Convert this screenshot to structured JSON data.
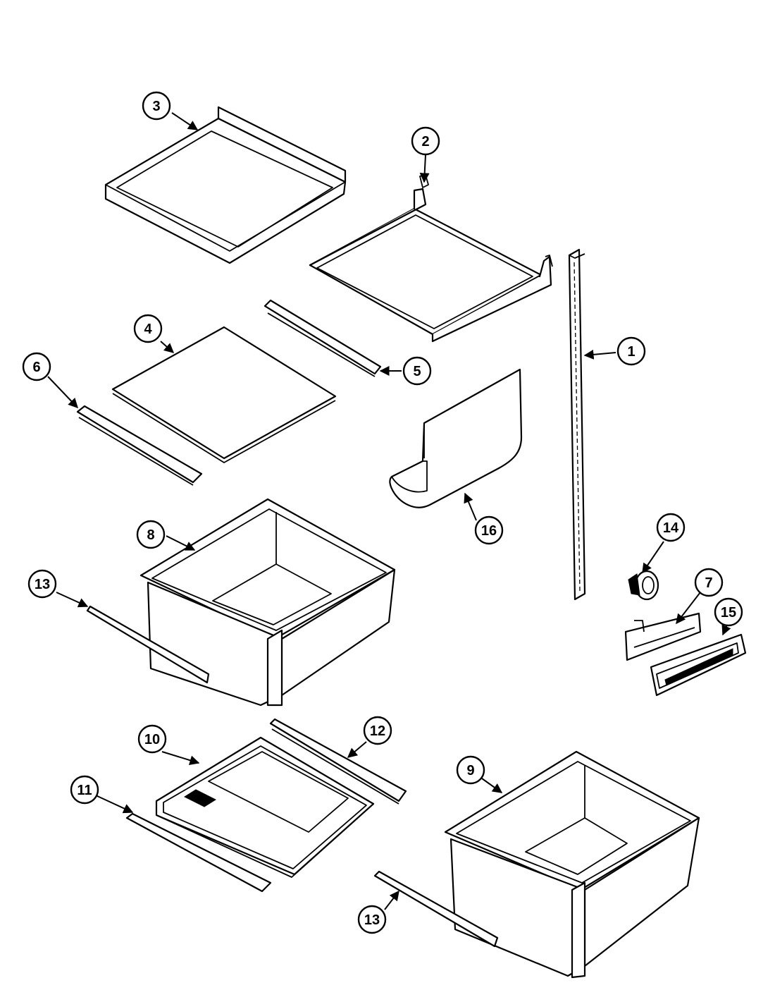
{
  "callouts": {
    "c1": "1",
    "c2": "2",
    "c3": "3",
    "c4": "4",
    "c5": "5",
    "c6": "6",
    "c7": "7",
    "c8": "8",
    "c9": "9",
    "c10": "10",
    "c11": "11",
    "c12": "12",
    "c13a": "13",
    "c13b": "13",
    "c14": "14",
    "c15": "15",
    "c16": "16"
  }
}
